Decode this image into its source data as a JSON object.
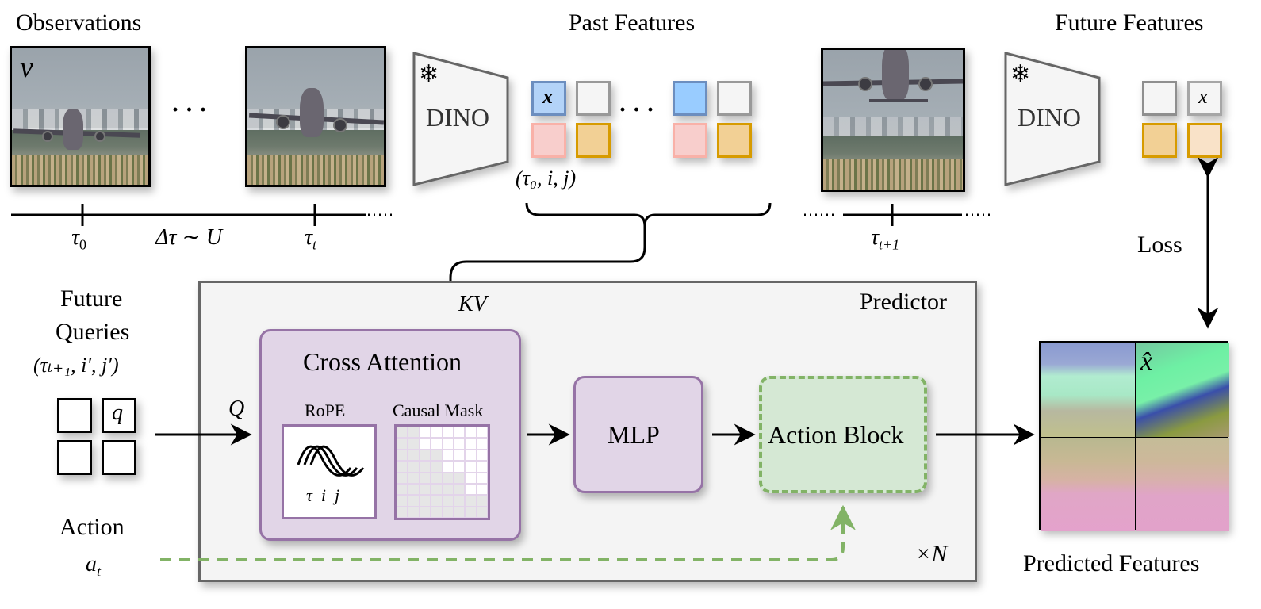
{
  "titles": {
    "observations": "Observations",
    "past_features": "Past Features",
    "future_features": "Future Features",
    "future_queries_line1": "Future",
    "future_queries_line2": "Queries",
    "future_queries_coords": "(τ",
    "action": "Action",
    "predicted_features": "Predicted Features",
    "predictor": "Predictor",
    "loss": "Loss"
  },
  "math": {
    "video_symbol": "v",
    "tau0": "τ",
    "tau0_sub": "0",
    "delta_tau": "Δτ ∼ U",
    "tau_t": "τ",
    "tau_t_sub": "t",
    "tau_t1": "τ",
    "tau_t1_sub": "t+1",
    "past_coords": "(τ₀, i, j)",
    "query_coords": "(τₜ₊₁, i′, j′)",
    "x": "x",
    "x_hat": "x̂",
    "q": "q",
    "Q": "Q",
    "KV": "KV",
    "action_symbol": "a",
    "action_sub": "t",
    "times_N": "×N",
    "rope_axes": "τ  i  j",
    "ellipsis": "· · ·"
  },
  "encoder": {
    "label": "DINO",
    "frozen_icon": "❄"
  },
  "blocks": {
    "cross_attention": "Cross Attention",
    "rope": "RoPE",
    "causal_mask": "Causal Mask",
    "mlp": "MLP",
    "action_block": "Action Block"
  },
  "colors": {
    "feat_blue": "#b3d3f8",
    "feat_blue_dark": "#99ccff",
    "feat_blue_border": "#6c8ebf",
    "feat_gray": "#f5f5f5",
    "feat_gray_border": "#999999",
    "feat_pink": "#f8cecc",
    "feat_pink_border": "#f9b1a8",
    "feat_orange": "#f2d095",
    "feat_orange_light": "#f9e2c8",
    "feat_orange_border": "#d79b00",
    "purple_fill": "#e1d5e7",
    "purple_border": "#9673a6",
    "green_fill": "#d5e8d4",
    "green_border": "#82b366",
    "predictor_fill": "#f4f4f4",
    "predictor_border": "#666666"
  },
  "causal_mask": {
    "size": 8,
    "visible_cells_per_row": [
      2,
      2,
      4,
      4,
      6,
      6,
      8,
      8
    ]
  }
}
